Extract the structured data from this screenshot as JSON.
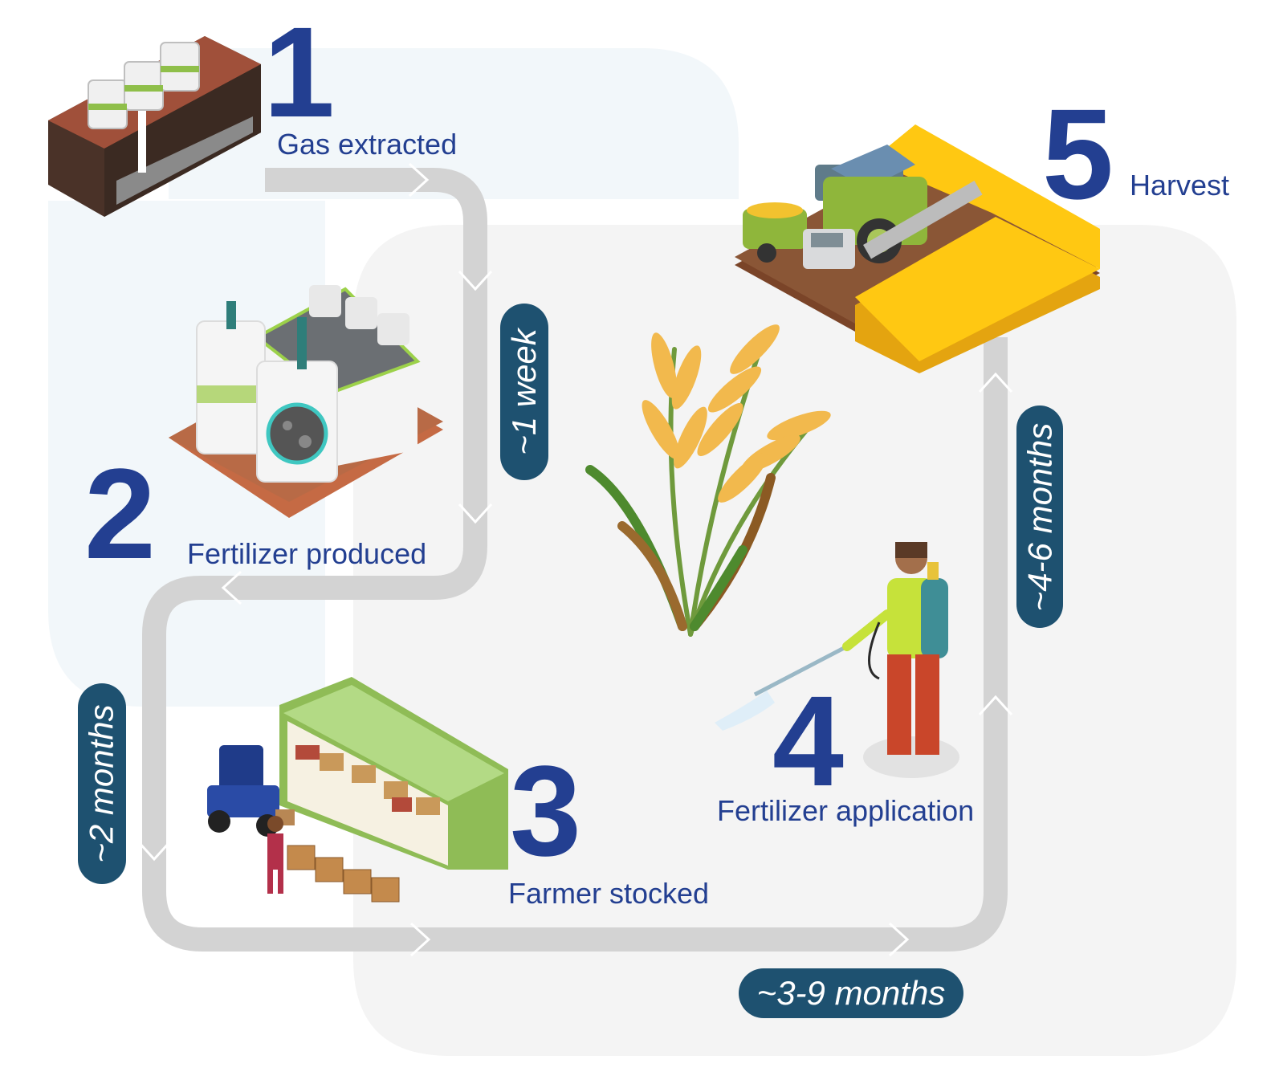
{
  "steps": [
    {
      "number": "1",
      "label": "Gas extracted",
      "illustration": "gas-well-icon"
    },
    {
      "number": "2",
      "label": "Fertilizer produced",
      "illustration": "factory-icon"
    },
    {
      "number": "3",
      "label": "Farmer stocked",
      "illustration": "warehouse-forklift-icon"
    },
    {
      "number": "4",
      "label": "Fertilizer application",
      "illustration": "farmer-sprayer-icon"
    },
    {
      "number": "5",
      "label": "Harvest",
      "illustration": "combine-harvester-icon"
    }
  ],
  "durations": {
    "gas_to_fertilizer": "~1 week",
    "fertilizer_to_farmer": "~2 months",
    "farmer_to_application": "~3-9 months",
    "application_to_harvest": "~4-6 months"
  },
  "center_illustration": "wheat-plant-icon",
  "colors": {
    "number_blue": "#233f91",
    "pill": "#1e5170",
    "flow_arrow": "#d3d3d3",
    "bg_blue": "#f2f7fa",
    "bg_grey": "#f4f4f4"
  }
}
